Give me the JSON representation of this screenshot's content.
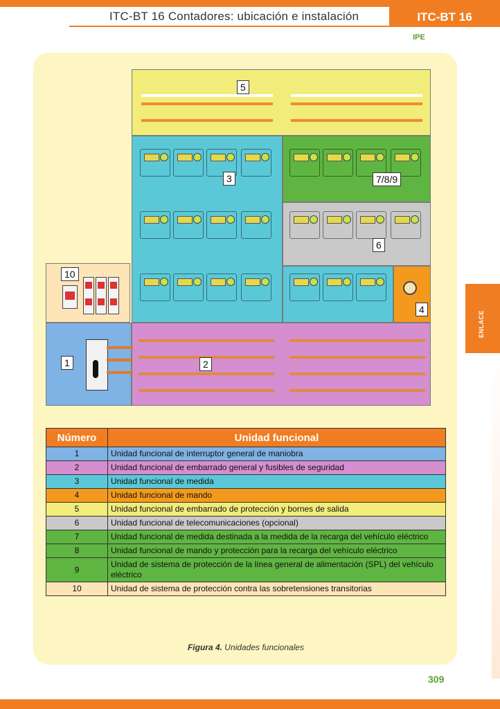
{
  "header": {
    "title": "ITC-BT 16 Contadores: ubicación e instalación",
    "tab": "ITC-BT 16"
  },
  "logo": {
    "text": "IPE"
  },
  "side_tab": {
    "label": "ENLACE"
  },
  "page_number": "309",
  "figure": {
    "labels": {
      "z1": "1",
      "z2": "2",
      "z3": "3",
      "z4": "4",
      "z5": "5",
      "z6": "6",
      "z789": "7/8/9",
      "z10": "10"
    }
  },
  "table": {
    "headers": {
      "number": "Número",
      "unit": "Unidad funcional"
    },
    "rows": [
      {
        "num": "1",
        "text": "Unidad funcional de interruptor general de maniobra",
        "color": "#7fb2e5"
      },
      {
        "num": "2",
        "text": "Unidad funcional de embarrado general y fusibles de seguridad",
        "color": "#d58ed0"
      },
      {
        "num": "3",
        "text": "Unidad funcional de medida",
        "color": "#5bc8d8"
      },
      {
        "num": "4",
        "text": "Unidad funcional de mando",
        "color": "#f39a1e"
      },
      {
        "num": "5",
        "text": "Unidad funcional de embarrado de protección y bornes de salida",
        "color": "#f2ec7a"
      },
      {
        "num": "6",
        "text": "Unidad funcional de telecomunicaciones (opcional)",
        "color": "#c9c9c9"
      },
      {
        "num": "7",
        "text": "Unidad funcional de medida destinada a la medida de la recarga del vehículo eléctrico",
        "color": "#5fb541"
      },
      {
        "num": "8",
        "text": "Unidad funcional de mando y protección para la recarga del vehículo eléctrico",
        "color": "#5fb541"
      },
      {
        "num": "9",
        "text": "Unidad de sistema de protección de la línea general de alimentación (SPL) del vehículo eléctrico",
        "color": "#5fb541"
      },
      {
        "num": "10",
        "text": "Unidad de sistema de protección contra las sobretensiones transitorias",
        "color": "#fde5b8"
      }
    ]
  },
  "caption": {
    "fig": "Figura 4.",
    "text": " Unidades funcionales"
  }
}
